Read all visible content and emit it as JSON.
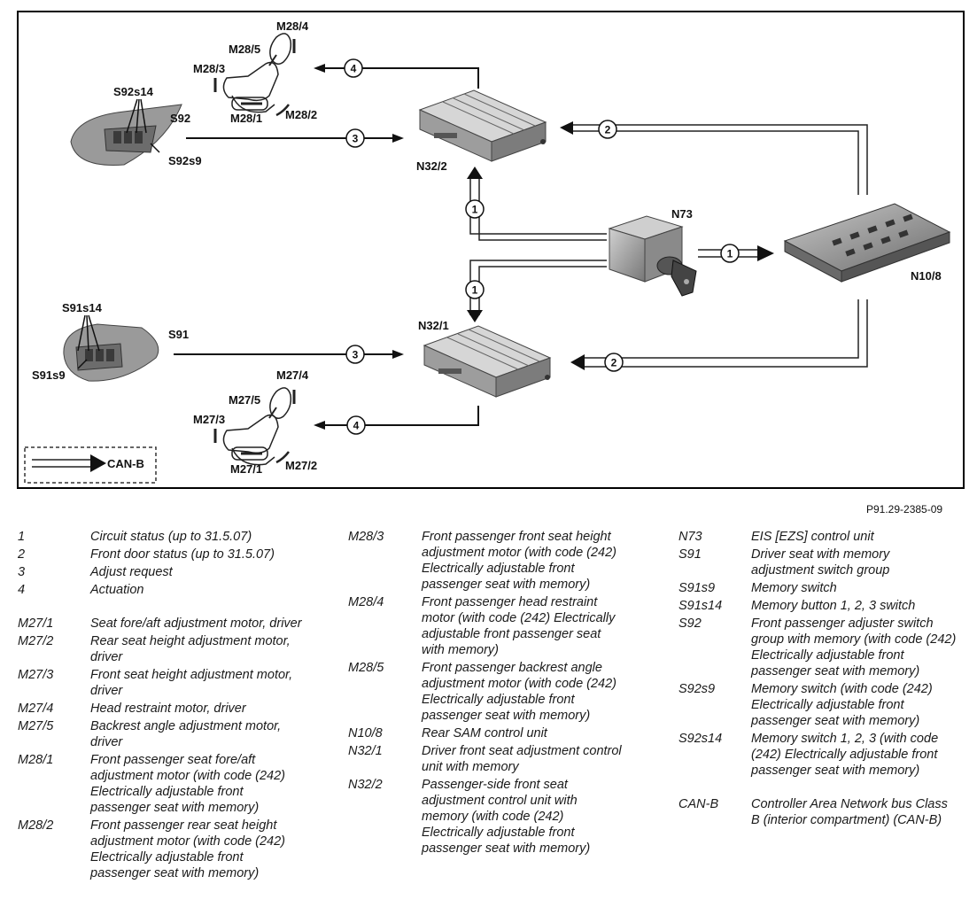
{
  "diagram": {
    "components": {
      "n32_2": "N32/2",
      "n32_1": "N32/1",
      "n73": "N73",
      "n10_8": "N10/8",
      "s92": "S92",
      "s92s14": "S92s14",
      "s92s9": "S92s9",
      "s91": "S91",
      "s91s14": "S91s14",
      "s91s9": "S91s9",
      "m28_4": "M28/4",
      "m28_5": "M28/5",
      "m28_3": "M28/3",
      "m28_1": "M28/1",
      "m28_2": "M28/2",
      "m27_4": "M27/4",
      "m27_5": "M27/5",
      "m27_3": "M27/3",
      "m27_1": "M27/1",
      "m27_2": "M27/2"
    },
    "signals": {
      "s1": "1",
      "s2": "2",
      "s3": "3",
      "s4": "4"
    },
    "can_key": "CAN-B",
    "reference": "P91.29-2385-09"
  },
  "legend": {
    "col1": [
      {
        "code": "1",
        "desc": "Circuit status (up to 31.5.07)"
      },
      {
        "code": "2",
        "desc": "Front door status (up to 31.5.07)"
      },
      {
        "code": "3",
        "desc": "Adjust request"
      },
      {
        "code": "4",
        "desc": "Actuation"
      },
      {
        "code": "M27/1",
        "desc": "Seat fore/aft adjustment motor, driver"
      },
      {
        "code": "M27/2",
        "desc": "Rear seat height adjustment motor, driver"
      },
      {
        "code": "M27/3",
        "desc": "Front seat height adjustment motor, driver"
      },
      {
        "code": "M27/4",
        "desc": "Head restraint motor, driver"
      },
      {
        "code": "M27/5",
        "desc": "Backrest angle adjustment motor, driver"
      },
      {
        "code": "M28/1",
        "desc": "Front passenger seat fore/aft adjustment motor (with code (242) Electrically adjustable front passenger seat with memory)"
      },
      {
        "code": "M28/2",
        "desc": "Front passenger rear seat height adjustment motor (with code (242) Electrically adjustable front passenger seat with memory)"
      }
    ],
    "col2": [
      {
        "code": "M28/3",
        "desc": "Front passenger front seat height adjustment motor (with code (242) Electrically adjustable front passenger seat with memory)"
      },
      {
        "code": "M28/4",
        "desc": "Front passenger head restraint motor (with code (242) Electrically adjustable front passenger seat with memory)"
      },
      {
        "code": "M28/5",
        "desc": "Front passenger backrest angle adjustment motor (with code (242) Electrically adjustable front passenger seat with memory)"
      },
      {
        "code": "N10/8",
        "desc": "Rear SAM control unit"
      },
      {
        "code": "N32/1",
        "desc": "Driver front seat adjustment control unit with memory"
      },
      {
        "code": "N32/2",
        "desc": "Passenger-side front seat adjustment control unit with memory (with code (242) Electrically adjustable front passenger seat with memory)"
      }
    ],
    "col3": [
      {
        "code": "N73",
        "desc": "EIS [EZS] control unit"
      },
      {
        "code": "S91",
        "desc": "Driver seat with memory adjustment switch group"
      },
      {
        "code": "S91s9",
        "desc": "Memory switch"
      },
      {
        "code": "S91s14",
        "desc": "Memory button 1, 2, 3 switch"
      },
      {
        "code": "S92",
        "desc": "Front passenger adjuster switch group with memory (with code (242) Electrically adjustable front passenger seat with memory)"
      },
      {
        "code": "S92s9",
        "desc": "Memory switch (with code (242) Electrically adjustable front passenger seat with memory)"
      },
      {
        "code": "S92s14",
        "desc": "Memory switch 1, 2, 3 (with code (242) Electrically adjustable front passenger seat with memory)"
      },
      {
        "code": "CAN-B",
        "desc": "Controller Area Network bus Class B (interior compartment) (CAN-B)"
      }
    ]
  }
}
